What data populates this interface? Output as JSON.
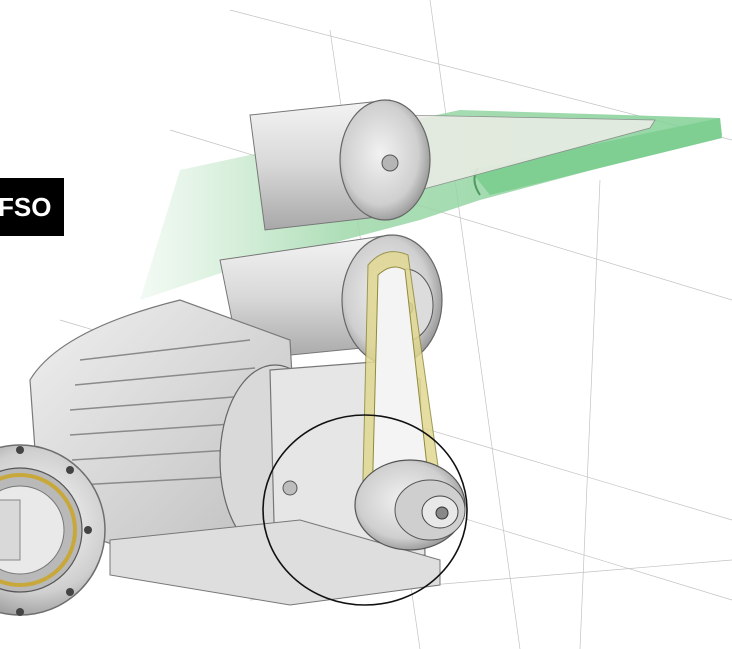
{
  "label": {
    "text": "FSO"
  },
  "colors": {
    "background": "#ffffff",
    "label_bg": "#000000",
    "label_text": "#ffffff",
    "belt_green": "#8fcf9a",
    "drive_belt": "#d9cf7a",
    "sketch_line": "#6b6b6b",
    "metal": "#c9c9c9"
  },
  "icons": [
    "conveyor-belt-drawing",
    "motor-drawing",
    "freewheel-clutch-photo",
    "highlight-circle"
  ]
}
